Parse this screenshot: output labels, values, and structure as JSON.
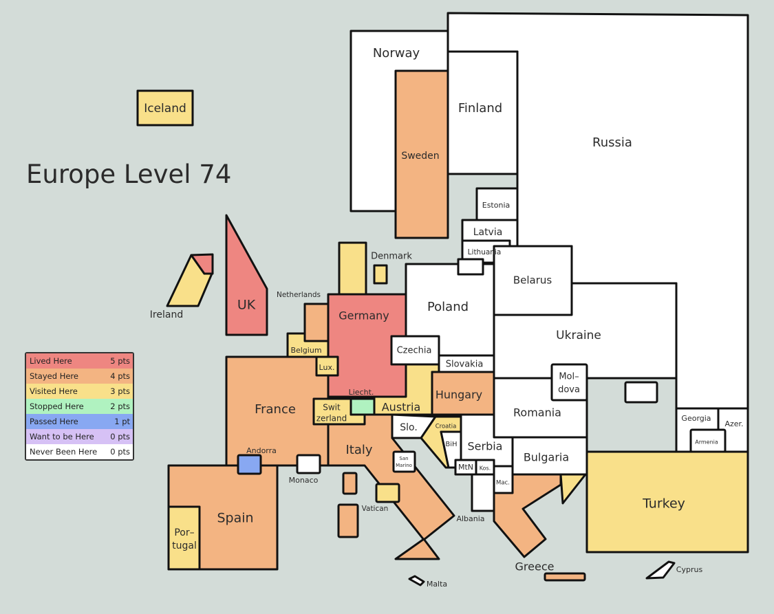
{
  "title": "Europe Level 74",
  "legend": [
    {
      "key": "lived",
      "label": "Lived Here",
      "points": "5 pts",
      "color": "#ee8681"
    },
    {
      "key": "stayed",
      "label": "Stayed Here",
      "points": "4 pts",
      "color": "#f3b482"
    },
    {
      "key": "visited",
      "label": "Visited Here",
      "points": "3 pts",
      "color": "#f9e08a"
    },
    {
      "key": "stopped",
      "label": "Stopped Here",
      "points": "2 pts",
      "color": "#b0f2c0"
    },
    {
      "key": "passed",
      "label": "Passed Here",
      "points": "1 pt",
      "color": "#88a8f2"
    },
    {
      "key": "want",
      "label": "Want to be Here",
      "points": "0 pts",
      "color": "#d6c1f5"
    },
    {
      "key": "never",
      "label": "Never Been Here",
      "points": "0 pts",
      "color": "#ffffff"
    }
  ],
  "countries": {
    "russia": {
      "name": "Russia",
      "status": "never"
    },
    "norway": {
      "name": "Norway",
      "status": "never"
    },
    "sweden": {
      "name": "Sweden",
      "status": "stayed"
    },
    "finland": {
      "name": "Finland",
      "status": "never"
    },
    "estonia": {
      "name": "Estonia",
      "status": "never"
    },
    "latvia": {
      "name": "Latvia",
      "status": "never"
    },
    "lithuania": {
      "name": "Lithuania",
      "status": "never"
    },
    "iceland": {
      "name": "Iceland",
      "status": "visited"
    },
    "ireland": {
      "name": "Ireland",
      "status": "visited"
    },
    "uk": {
      "name": "UK",
      "status": "lived"
    },
    "denmark": {
      "name": "Denmark",
      "status": "visited"
    },
    "netherlands": {
      "name": "Netherlands",
      "status": "stayed"
    },
    "belgium": {
      "name": "Belgium",
      "status": "visited"
    },
    "luxembourg": {
      "name": "Lux.",
      "status": "visited"
    },
    "germany": {
      "name": "Germany",
      "status": "lived"
    },
    "poland": {
      "name": "Poland",
      "status": "never"
    },
    "belarus": {
      "name": "Belarus",
      "status": "never"
    },
    "ukraine": {
      "name": "Ukraine",
      "status": "never"
    },
    "czechia": {
      "name": "Czechia",
      "status": "never"
    },
    "slovakia": {
      "name": "Slovakia",
      "status": "never"
    },
    "france": {
      "name": "France",
      "status": "stayed"
    },
    "switzerland": {
      "line1": "Swit",
      "line2": "zerland",
      "status": "visited"
    },
    "liechtenstein": {
      "name": "Liecht.",
      "status": "stopped"
    },
    "austria": {
      "name": "Austria",
      "status": "visited"
    },
    "hungary": {
      "name": "Hungary",
      "status": "stayed"
    },
    "moldova": {
      "line1": "Mol–",
      "line2": "dova",
      "status": "never"
    },
    "romania": {
      "name": "Romania",
      "status": "never"
    },
    "slovenia": {
      "name": "Slo.",
      "status": "never"
    },
    "croatia": {
      "name": "Croatia",
      "status": "visited"
    },
    "bih": {
      "name": "BiH",
      "status": "never"
    },
    "serbia": {
      "name": "Serbia",
      "status": "never"
    },
    "montenegro": {
      "name": "MtN",
      "status": "never"
    },
    "kosovo": {
      "name": "Kos.",
      "status": "never"
    },
    "macedonia": {
      "name": "Mac.",
      "status": "never"
    },
    "albania": {
      "name": "Albania",
      "status": "never"
    },
    "bulgaria": {
      "name": "Bulgaria",
      "status": "never"
    },
    "italy": {
      "name": "Italy",
      "status": "stayed"
    },
    "san_marino": {
      "line1": "San",
      "line2": "Marino",
      "status": "never"
    },
    "vatican": {
      "name": "Vatican",
      "status": "visited"
    },
    "monaco": {
      "name": "Monaco",
      "status": "never"
    },
    "andorra": {
      "name": "Andorra",
      "status": "passed"
    },
    "spain": {
      "name": "Spain",
      "status": "stayed"
    },
    "portugal": {
      "line1": "Por–",
      "line2": "tugal",
      "status": "visited"
    },
    "greece": {
      "name": "Greece",
      "status": "stayed"
    },
    "turkey": {
      "name": "Turkey",
      "status": "visited"
    },
    "georgia": {
      "name": "Georgia",
      "status": "never"
    },
    "armenia": {
      "name": "Armenia",
      "status": "never"
    },
    "azerbaijan": {
      "name": "Azer.",
      "status": "never"
    },
    "cyprus": {
      "name": "Cyprus",
      "status": "never"
    },
    "malta": {
      "name": "Malta",
      "status": "never"
    }
  }
}
